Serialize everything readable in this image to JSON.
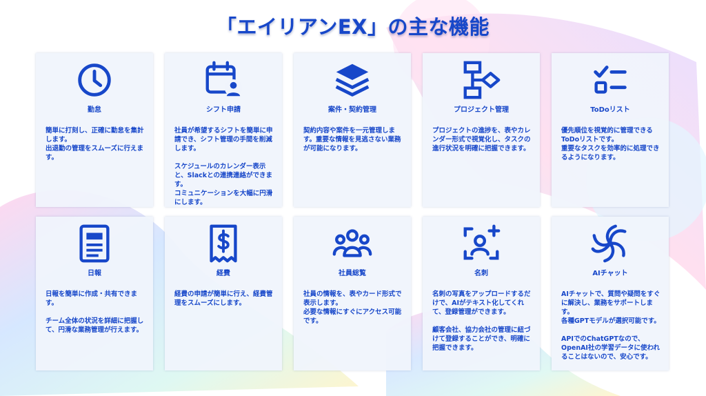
{
  "title": "「エイリアンEX」の主な機能",
  "colors": {
    "accent": "#1747c9",
    "card_bg": "#f0f4fc"
  },
  "cards": [
    {
      "icon": "clock-icon",
      "title": "勤怠",
      "desc": "簡単に打刻し、正確に勤怠を集計します。\n出退勤の管理をスムーズに行えます。"
    },
    {
      "icon": "calendar-user-icon",
      "title": "シフト申請",
      "desc": "社員が希望するシフトを簡単に申請でき、シフト管理の手間を削減します。\n\nスケジュールのカレンダー表示と、Slackとの連携連絡ができます。\nコミュニケーションを大幅に円滑にします。"
    },
    {
      "icon": "layers-icon",
      "title": "案件・契約管理",
      "desc": "契約内容や案件を一元管理します。重要な情報を見逃さない業務が可能になります。"
    },
    {
      "icon": "flowchart-icon",
      "title": "プロジェクト管理",
      "desc": "プロジェクトの進捗を、表やカレンダー形式で視覚化し、タスクの進行状況を明確に把握できます。"
    },
    {
      "icon": "checklist-icon",
      "title": "ToDoリスト",
      "desc": "優先順位を視覚的に管理できるToDoリストです。\n重要なタスクを効率的に処理できるようになります。"
    },
    {
      "icon": "document-icon",
      "title": "日報",
      "desc": "日報を簡単に作成・共有できます。\n\nチーム全体の状況を詳細に把握して、円滑な業務管理が行えます。"
    },
    {
      "icon": "receipt-icon",
      "title": "経費",
      "desc": "経費の申請が簡単に行え、経費管理をスムーズにします。"
    },
    {
      "icon": "people-icon",
      "title": "社員総覧",
      "desc": "社員の情報を、表やカード形式で表示します。\n必要な情報にすぐにアクセス可能です。"
    },
    {
      "icon": "scan-user-icon",
      "title": "名刺",
      "desc": "名刺の写真をアップロードするだけで、AIがテキスト化してくれて、登録管理ができます。\n\n顧客会社、協力会社の管理に紐づけて登録することができ、明確に把握できます。"
    },
    {
      "icon": "ai-swirl-icon",
      "title": "AIチャット",
      "desc": "AIチャットで、質問や疑問をすぐに解決し、業務をサポートします。\n各種GPTモデルが選択可能です。\n\nAPIでのChatGPTなので、OpenAI社の学習データに使われることはないので、安心です。"
    }
  ]
}
